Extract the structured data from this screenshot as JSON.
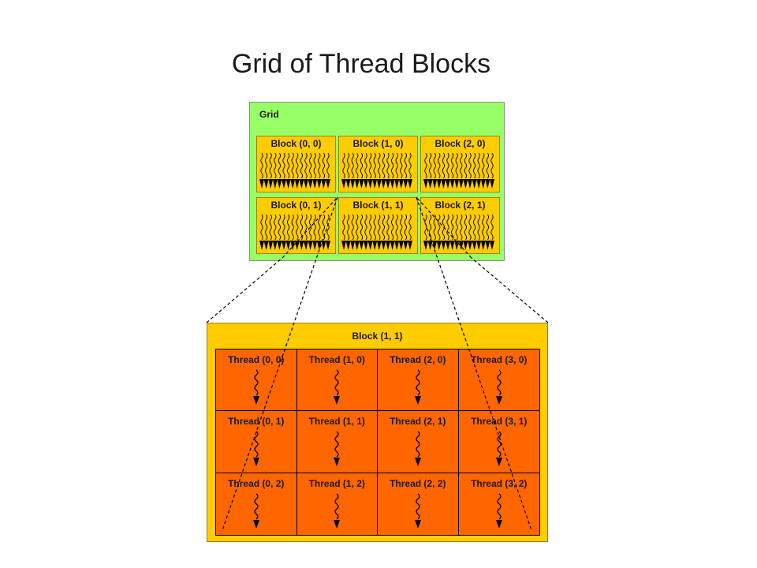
{
  "page": {
    "title": "Grid of Thread Blocks"
  },
  "grid": {
    "label": "Grid",
    "background_color": "#99ff66",
    "blocks": [
      {
        "label": "Block (0, 0)"
      },
      {
        "label": "Block (1, 0)"
      },
      {
        "label": "Block (2, 0)"
      },
      {
        "label": "Block (0, 1)"
      },
      {
        "label": "Block (1, 1)"
      },
      {
        "label": "Block (2, 1)"
      }
    ]
  },
  "block_detail": {
    "label": "Block (1, 1)",
    "background_color": "#ffcc00",
    "thread_color": "#ff6600",
    "threads": [
      {
        "label": "Thread (0, 0)"
      },
      {
        "label": "Thread (1, 0)"
      },
      {
        "label": "Thread (2, 0)"
      },
      {
        "label": "Thread (3, 0)"
      },
      {
        "label": "Thread (0, 1)"
      },
      {
        "label": "Thread (1, 1)"
      },
      {
        "label": "Thread (2, 1)"
      },
      {
        "label": "Thread (3, 1)"
      },
      {
        "label": "Thread (0, 2)"
      },
      {
        "label": "Thread (1, 2)"
      },
      {
        "label": "Thread (2, 2)"
      },
      {
        "label": "Thread (3, 2)"
      }
    ]
  },
  "icons": {
    "thread": "wavy-arrow-down-icon",
    "connector": "dashed-line"
  }
}
